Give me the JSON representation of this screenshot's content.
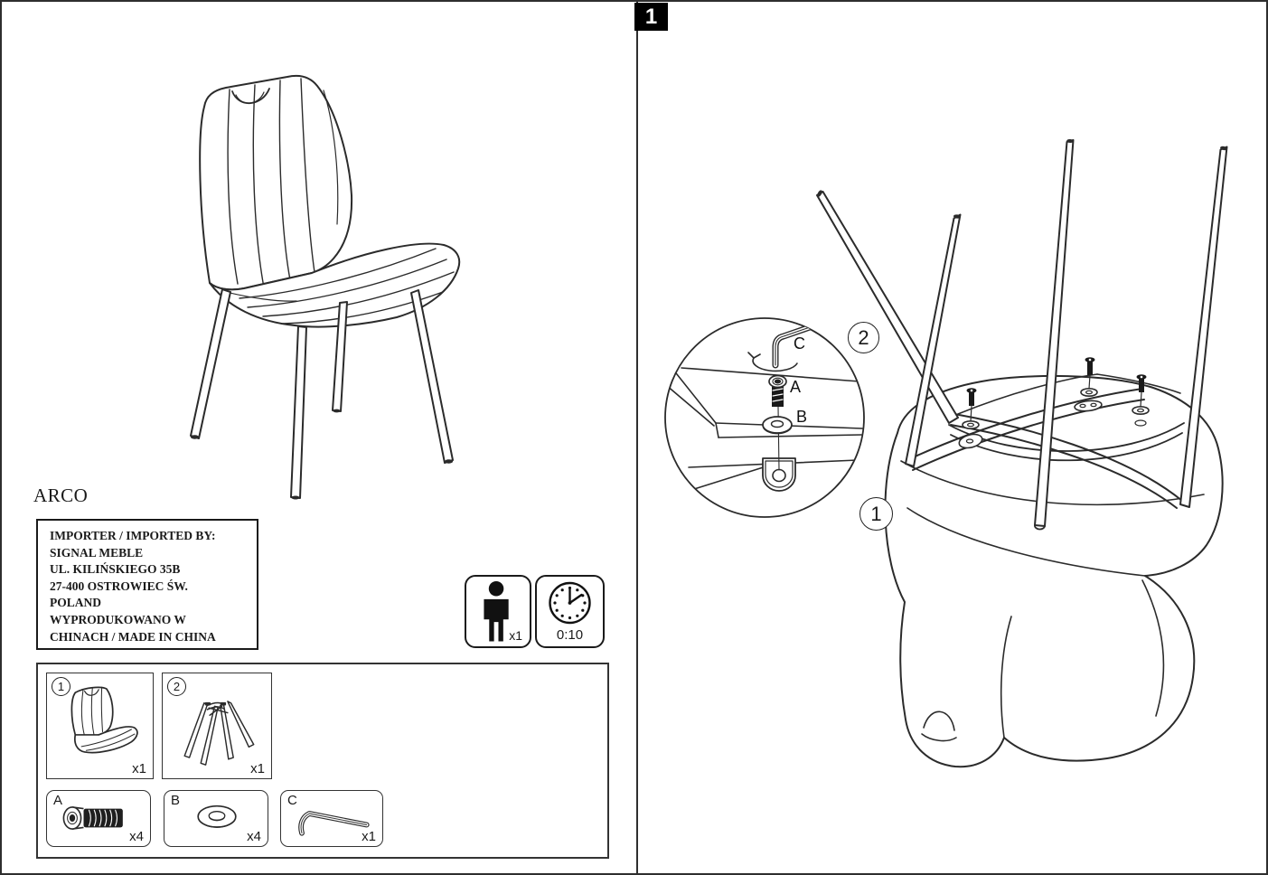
{
  "page": {
    "step_badge": "1",
    "colors": {
      "line": "#2b2b2b",
      "badge_bg": "#000000",
      "badge_fg": "#ffffff",
      "paper": "#ffffff"
    }
  },
  "left_panel": {
    "product_name": "ARCO",
    "importer_lines": [
      "IMPORTER / IMPORTED BY:",
      "SIGNAL MEBLE",
      "UL. KILIŃSKIEGO 35B",
      "27-400 OSTROWIEC ŚW.",
      "POLAND",
      "WYPRODUKOWANO W",
      "CHINACH / MADE IN CHINA"
    ],
    "info": {
      "person_count": "x1",
      "assembly_time": "0:10"
    },
    "parts": [
      {
        "id": "1",
        "name": "seat shell",
        "count": "x1"
      },
      {
        "id": "2",
        "name": "leg frame",
        "count": "x1"
      },
      {
        "id": "A",
        "name": "bolt",
        "count": "x4"
      },
      {
        "id": "B",
        "name": "washer",
        "count": "x4"
      },
      {
        "id": "C",
        "name": "allen key",
        "count": "x1"
      }
    ]
  },
  "right_panel": {
    "step_frame": "2",
    "step_seat": "1",
    "detail": {
      "allen_key_label": "C",
      "bolt_label": "A",
      "washer_label": "B"
    }
  }
}
